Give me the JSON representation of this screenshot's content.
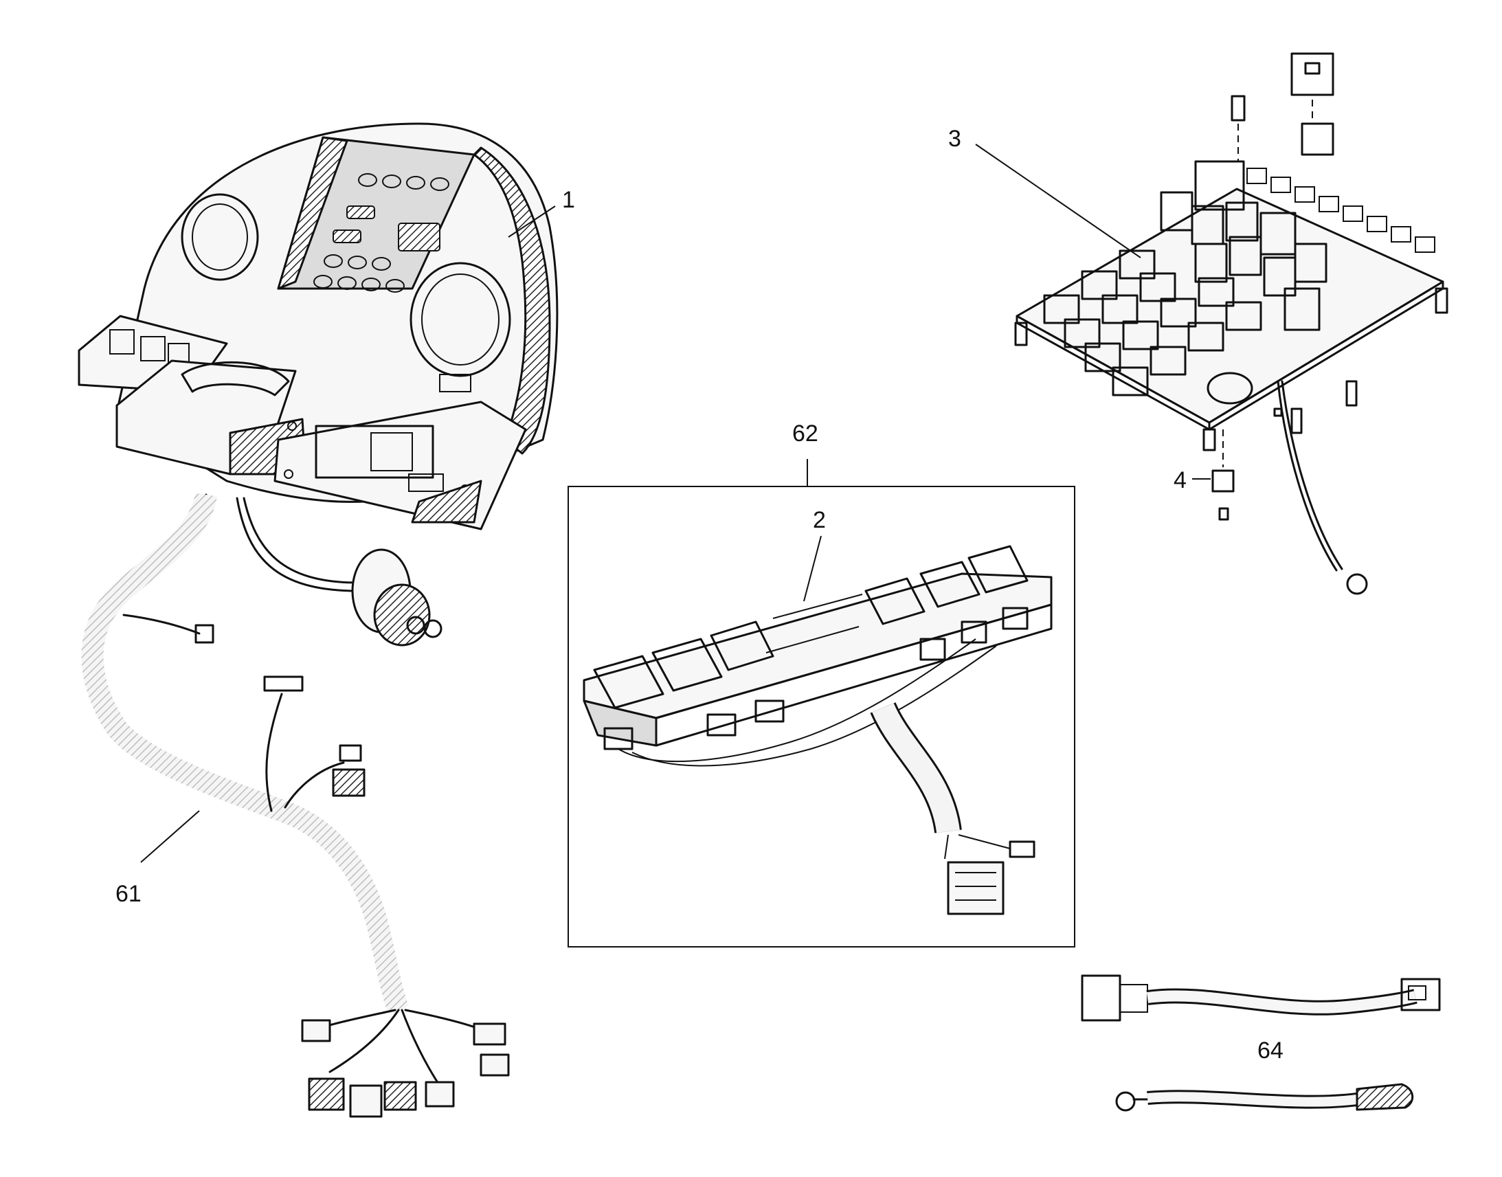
{
  "callouts": {
    "c1": "1",
    "c2": "2",
    "c3": "3",
    "c4": "4",
    "c61": "61",
    "c62": "62",
    "c64": "64"
  }
}
